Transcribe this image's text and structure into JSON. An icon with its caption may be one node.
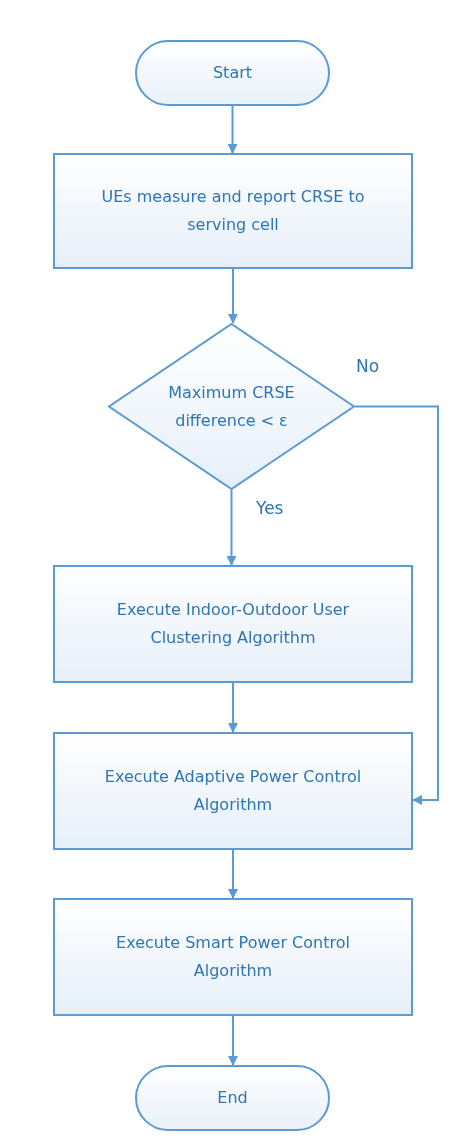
{
  "diagram": {
    "nodes": [
      {
        "text": [
          "Start"
        ]
      },
      {
        "text": [
          "UEs measure and report CRSE to serving cell"
        ]
      },
      {
        "text": [
          "Maximum CRSE difference < ε"
        ]
      },
      {
        "text": [
          "Execute Indoor-Outdoor User Clustering Algorithm"
        ]
      },
      {
        "text": [
          "Execute Adaptive Power Control Algorithm"
        ]
      },
      {
        "text": [
          "Execute Smart Power Control Algorithm"
        ]
      },
      {
        "text": [
          "End"
        ]
      }
    ],
    "edges": [
      {
        "from": 0,
        "to": 1,
        "arrow": "to"
      },
      {
        "from": 1,
        "to": 2,
        "arrow": "to"
      },
      {
        "from": 2,
        "to": 3,
        "arrow": "to",
        "label": "Yes"
      },
      {
        "from": 2,
        "to": 4,
        "arrow": "to",
        "label": "No"
      },
      {
        "from": 3,
        "to": 4,
        "arrow": "to"
      },
      {
        "from": 4,
        "to": 5,
        "arrow": "to"
      },
      {
        "from": 5,
        "to": 6,
        "arrow": "to"
      }
    ]
  }
}
